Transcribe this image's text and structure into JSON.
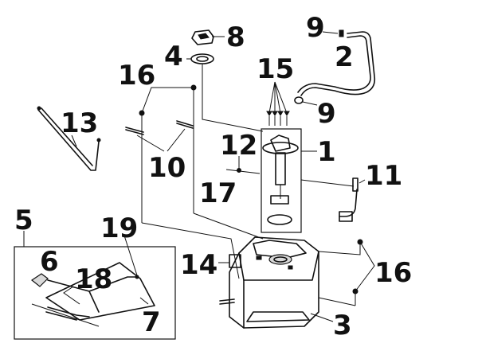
{
  "callouts": {
    "p1": "1",
    "p2": "2",
    "p3": "3",
    "p4": "4",
    "p5": "5",
    "p6": "6",
    "p7": "7",
    "p8": "8",
    "p9a": "9",
    "p9b": "9",
    "p10": "10",
    "p11": "11",
    "p12": "12",
    "p13": "13",
    "p14": "14",
    "p15": "15",
    "p16a": "16",
    "p16b": "16",
    "p17": "17",
    "p18": "18",
    "p19": "19"
  }
}
